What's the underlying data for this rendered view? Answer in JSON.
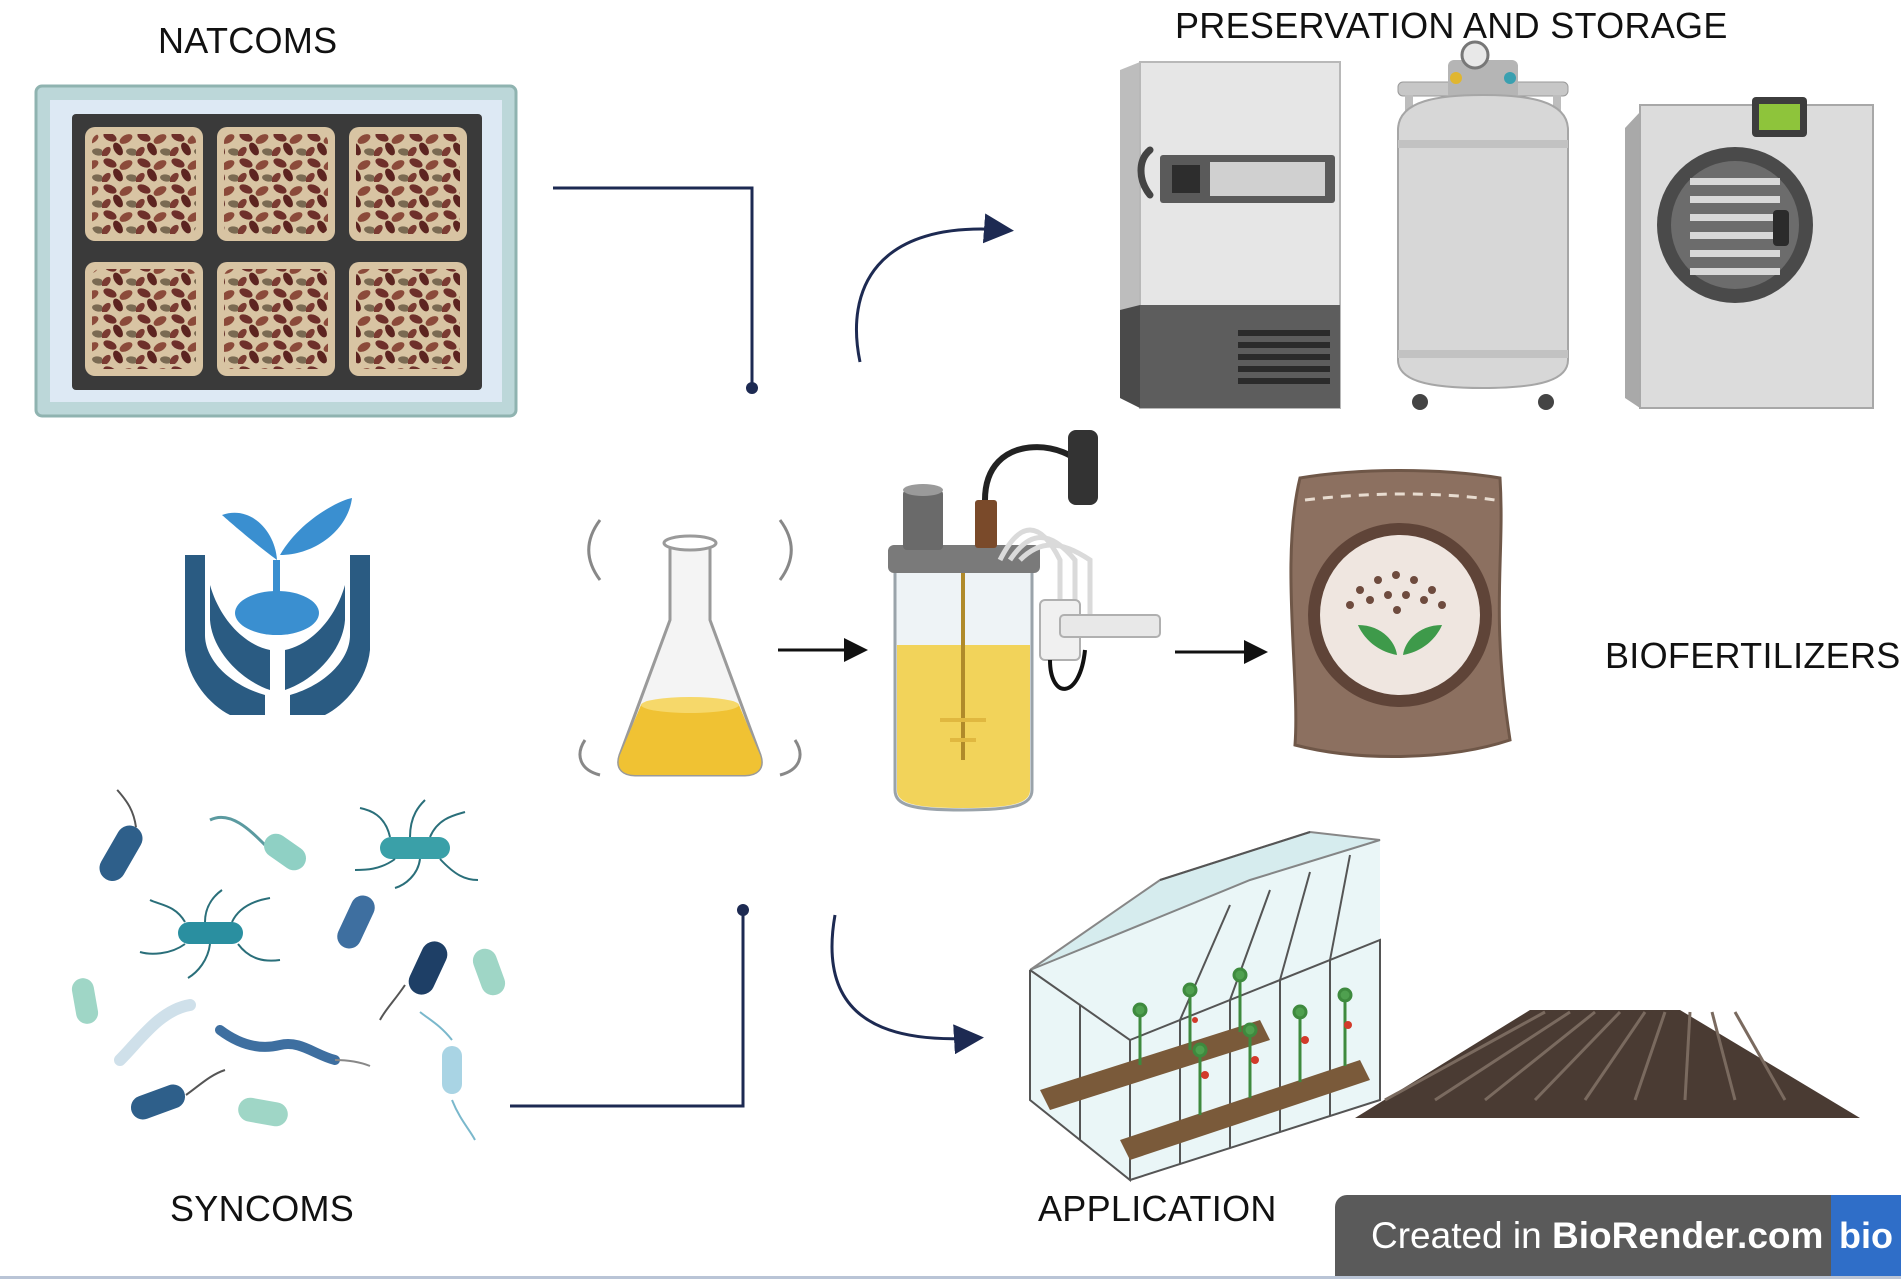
{
  "labels": {
    "natcoms": "NATCOMS",
    "preservation": "PRESERVATION AND STORAGE",
    "biofertilizers": "BIOFERTILIZERS",
    "syncoms": "SYNCOMS",
    "application": "APPLICATION"
  },
  "badge": {
    "prefix": "Created in ",
    "brand": "BioRender.com",
    "logo": "bio"
  },
  "colors": {
    "connector": "#1d2a52",
    "broth": "#f2d35a",
    "hands": "#2a5b82",
    "plant": "#3a8fd0",
    "bag": "#8c7060"
  }
}
